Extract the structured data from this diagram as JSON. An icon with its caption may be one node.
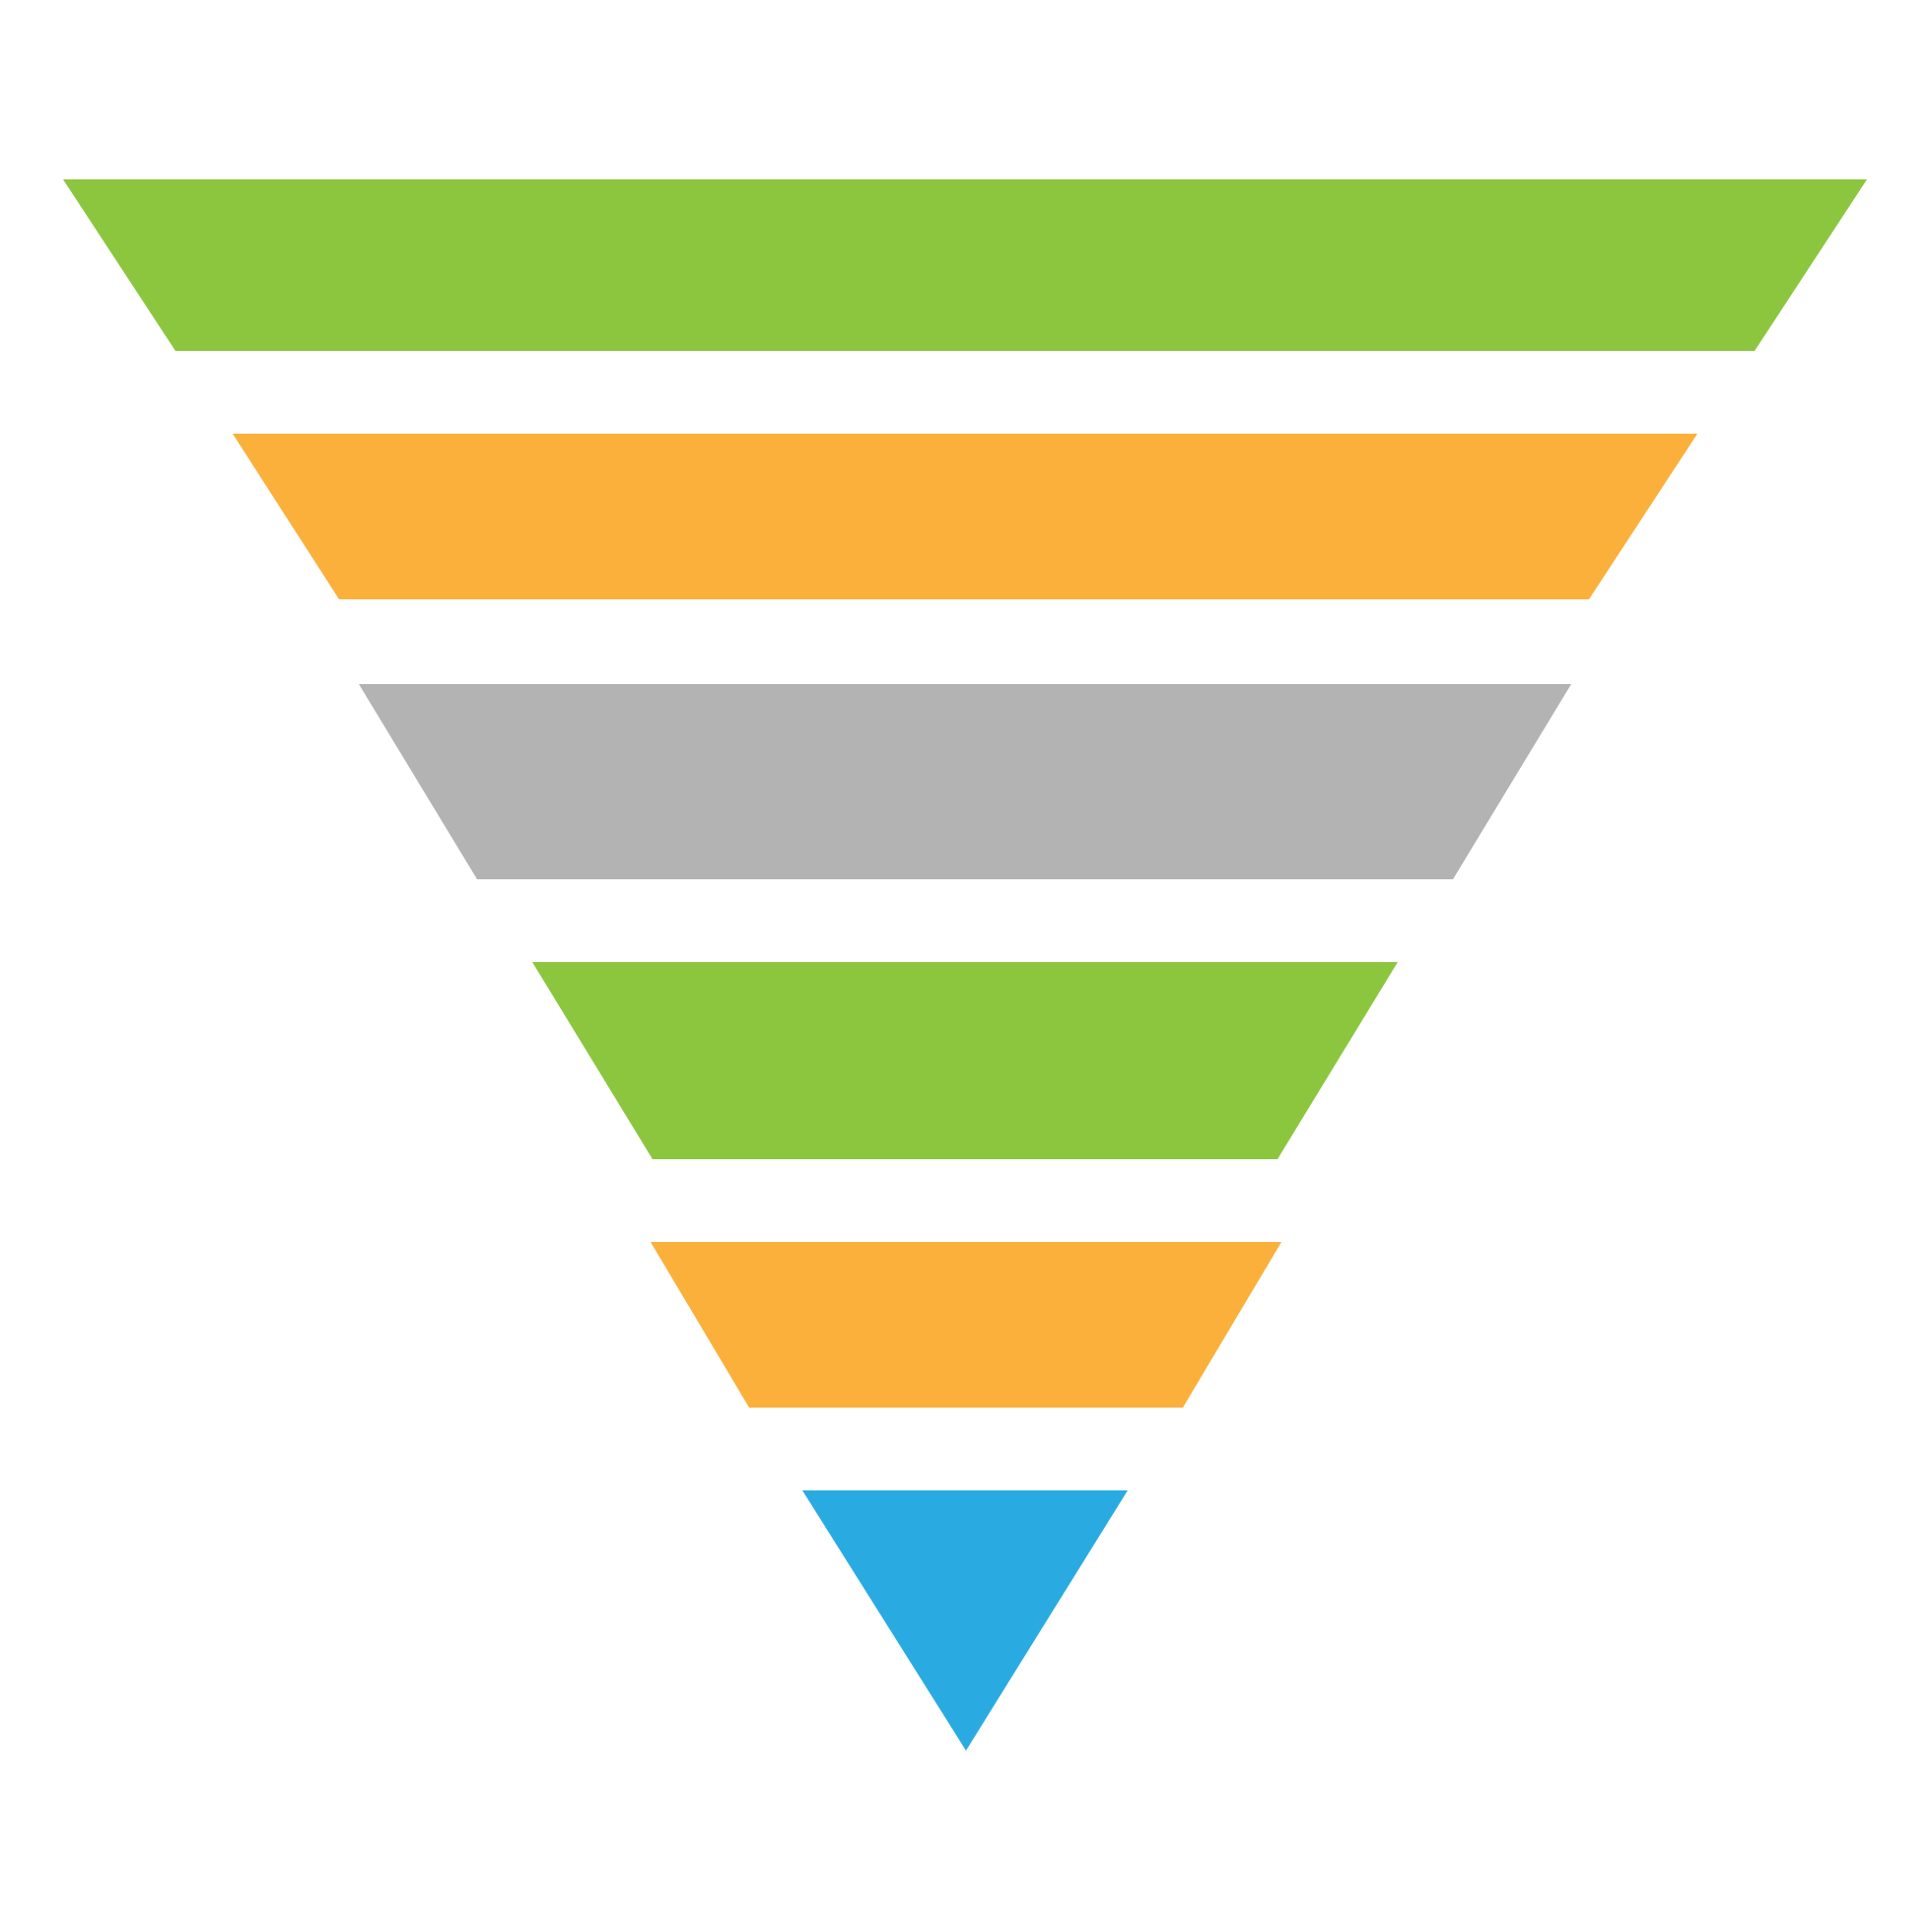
{
  "diagram": {
    "nodes": [
      {
        "text": [],
        "shape": "trapezoid"
      },
      {
        "text": [],
        "shape": "trapezoid"
      },
      {
        "text": [],
        "shape": "trapezoid"
      },
      {
        "text": [],
        "shape": "trapezoid"
      },
      {
        "text": [],
        "shape": "trapezoid"
      },
      {
        "text": [],
        "shape": "triangle"
      }
    ]
  }
}
